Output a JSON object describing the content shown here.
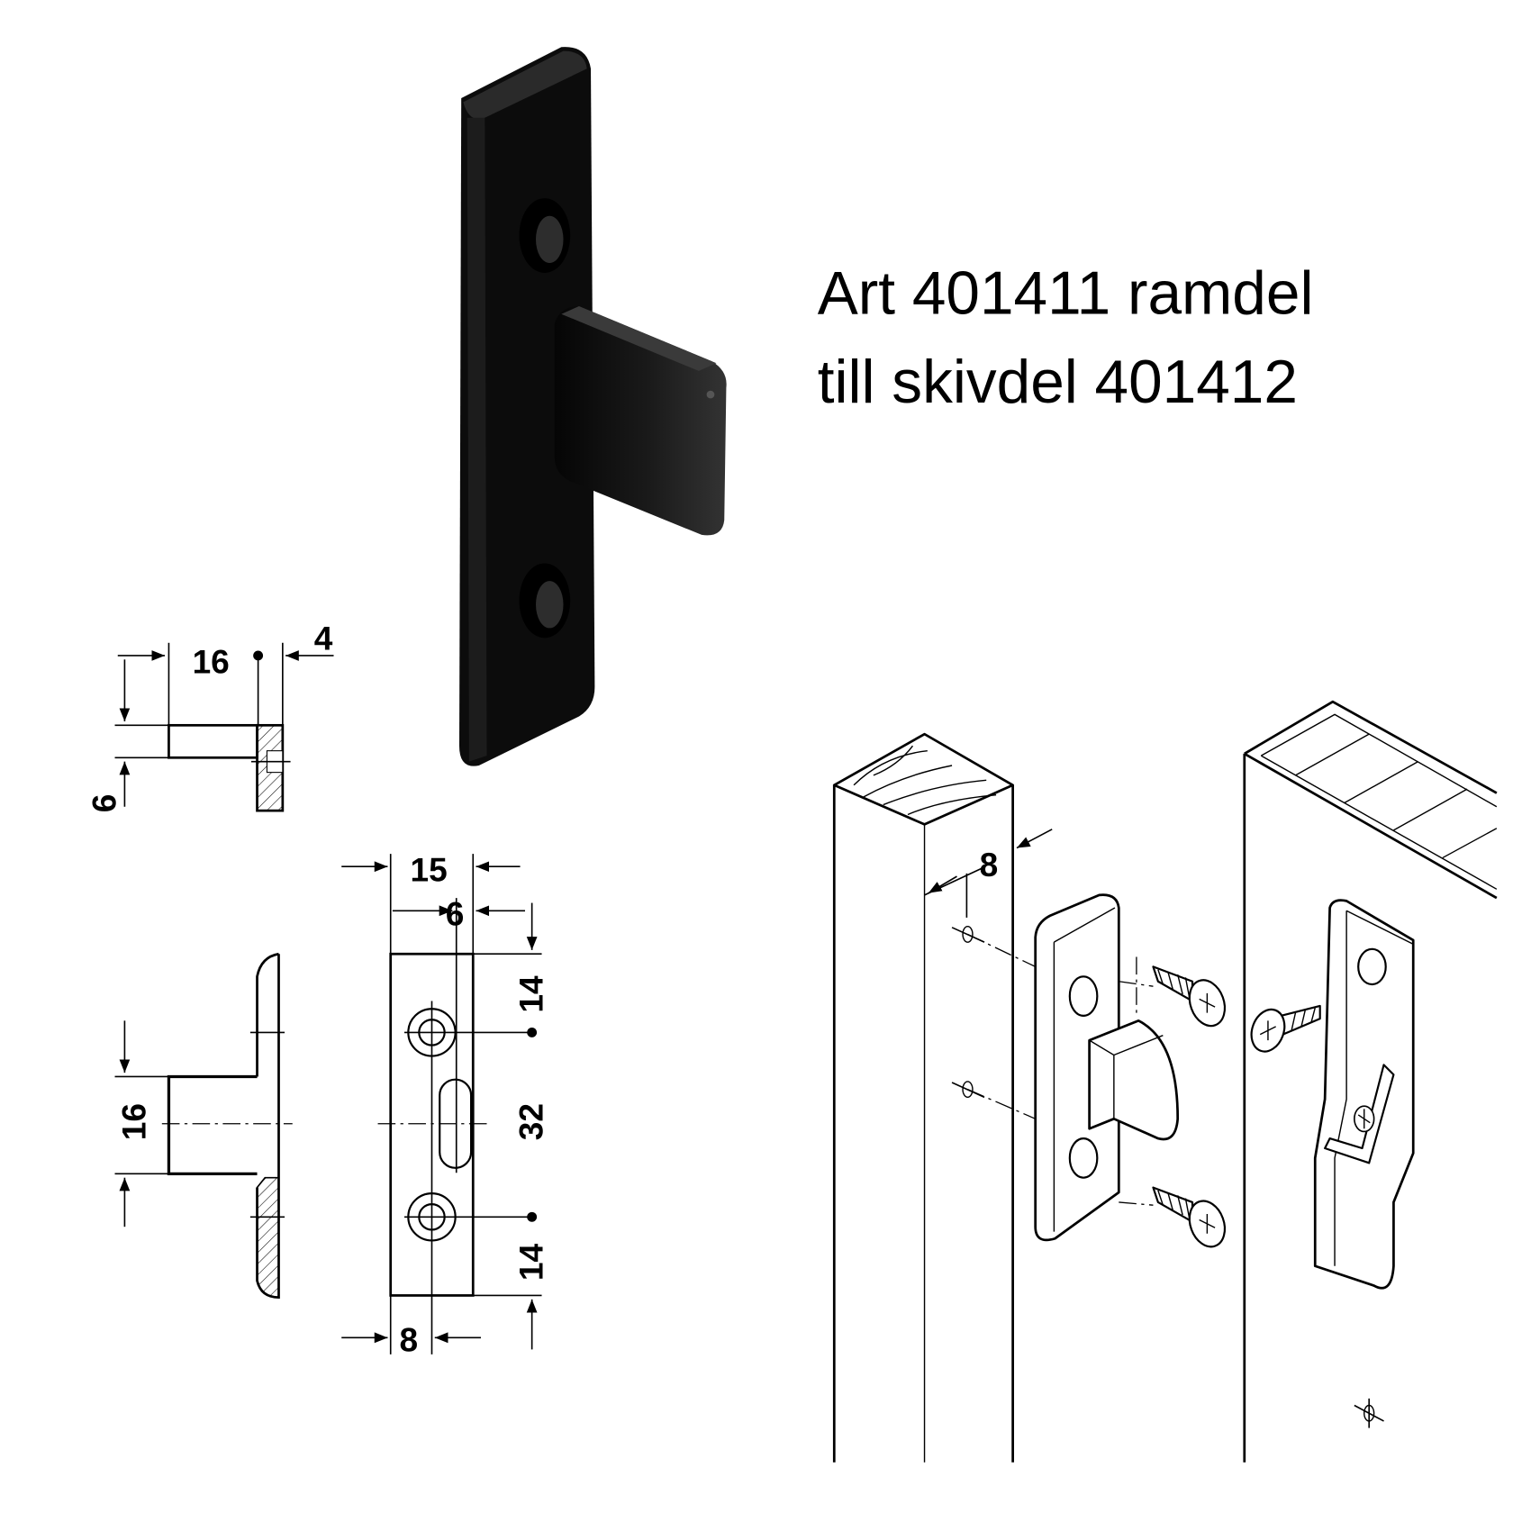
{
  "title": {
    "line1": "Art 401411 ramdel",
    "line2": "till skivdel 401412"
  },
  "top_view": {
    "pin_length": "16",
    "plate_thickness": "4",
    "pin_height": "6"
  },
  "side_view": {
    "pin_width": "16"
  },
  "front_view": {
    "plate_width": "15",
    "slot_offset": "6",
    "top_margin": "14",
    "hole_spacing": "32",
    "bottom_margin": "14",
    "hole_offset": "8"
  },
  "installation": {
    "setback": "8"
  }
}
